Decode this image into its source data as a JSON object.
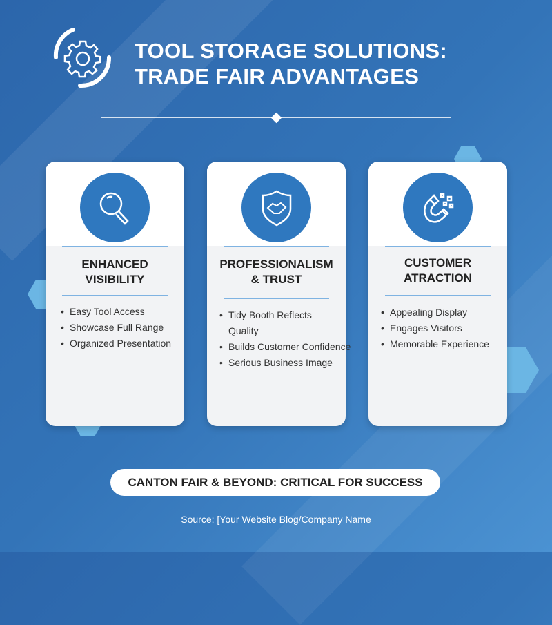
{
  "header": {
    "title_line1": "TOOL STORAGE SOLUTIONS:",
    "title_line2": "TRADE FAIR ADVANTAGES",
    "logo_icon": "gear-icon"
  },
  "cards": [
    {
      "icon": "magnifier-icon",
      "title_line1": "ENHANCED",
      "title_line2": "VISIBILITY",
      "items": [
        "Easy Tool Access",
        "Showcase Full Range",
        "Organized Presentation"
      ]
    },
    {
      "icon": "shield-handshake-icon",
      "title_line1": "PROFESSIONALISM",
      "title_line2": "& TRUST",
      "items": [
        "Tidy Booth Reflects Quality",
        "Builds Customer Confidence",
        "Serious Business Image"
      ]
    },
    {
      "icon": "magnet-icon",
      "title_line1": "CUSTOMER",
      "title_line2": "ATRACTION",
      "items": [
        "Appealing Display",
        "Engages Visitors",
        "Memorable Experience"
      ]
    }
  ],
  "banner": "CANTON FAIR & BEYOND: CRITICAL FOR SUCCESS",
  "source": "Source: [Your Website Blog/Company Name",
  "colors": {
    "background": "#3374b8",
    "accent": "#2f78bf",
    "hexagon": "#6bb6e4"
  }
}
